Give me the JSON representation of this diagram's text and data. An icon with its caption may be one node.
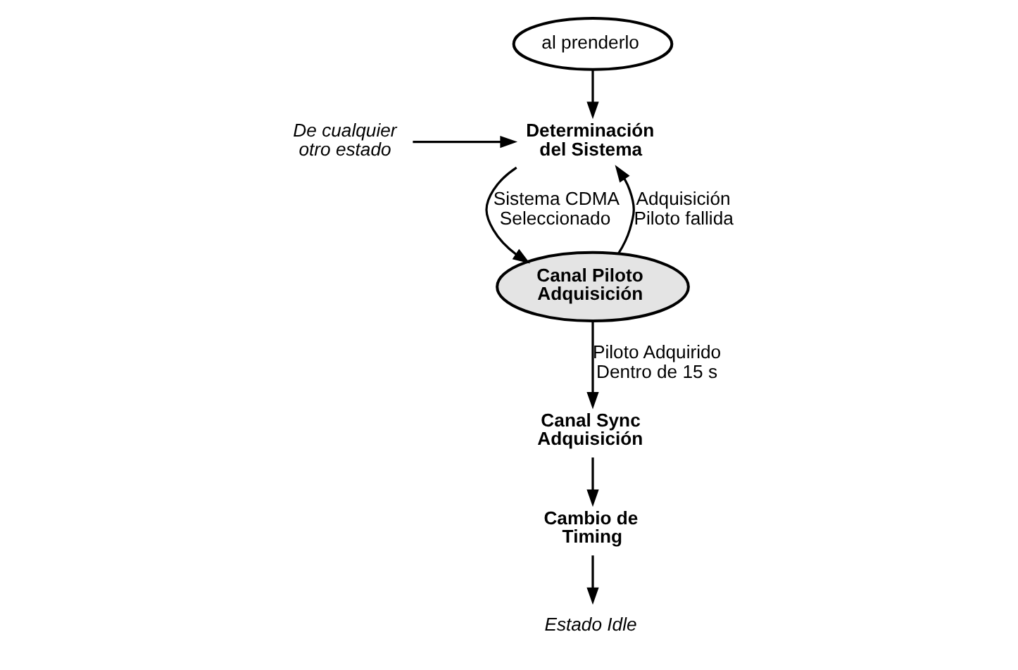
{
  "diagram": {
    "nodes": [
      {
        "text": [
          "al prenderlo"
        ]
      },
      {
        "text": [
          "Determinación del Sistema"
        ]
      },
      {
        "text": [
          "De cualquier otro estado"
        ]
      },
      {
        "text": [
          "Canal Piloto Adquisición"
        ]
      },
      {
        "text": [
          "Canal Sync Adquisición"
        ]
      },
      {
        "text": [
          "Cambio de Timing"
        ]
      },
      {
        "text": [
          "Estado Idle"
        ]
      }
    ],
    "edges": [
      {
        "from": 0,
        "to": 1,
        "arrow": "to"
      },
      {
        "from": 2,
        "to": 1,
        "arrow": "to"
      },
      {
        "from": 1,
        "to": 3,
        "arrow": "to",
        "label": "Sistema CDMA Seleccionado"
      },
      {
        "from": 3,
        "to": 1,
        "arrow": "to",
        "label": "Adquisición Piloto fallida"
      },
      {
        "from": 3,
        "to": 4,
        "arrow": "to",
        "label": "Piloto Adquirido Dentro de 15 s"
      },
      {
        "from": 4,
        "to": 5,
        "arrow": "to"
      },
      {
        "from": 5,
        "to": 6,
        "arrow": "to"
      }
    ]
  }
}
